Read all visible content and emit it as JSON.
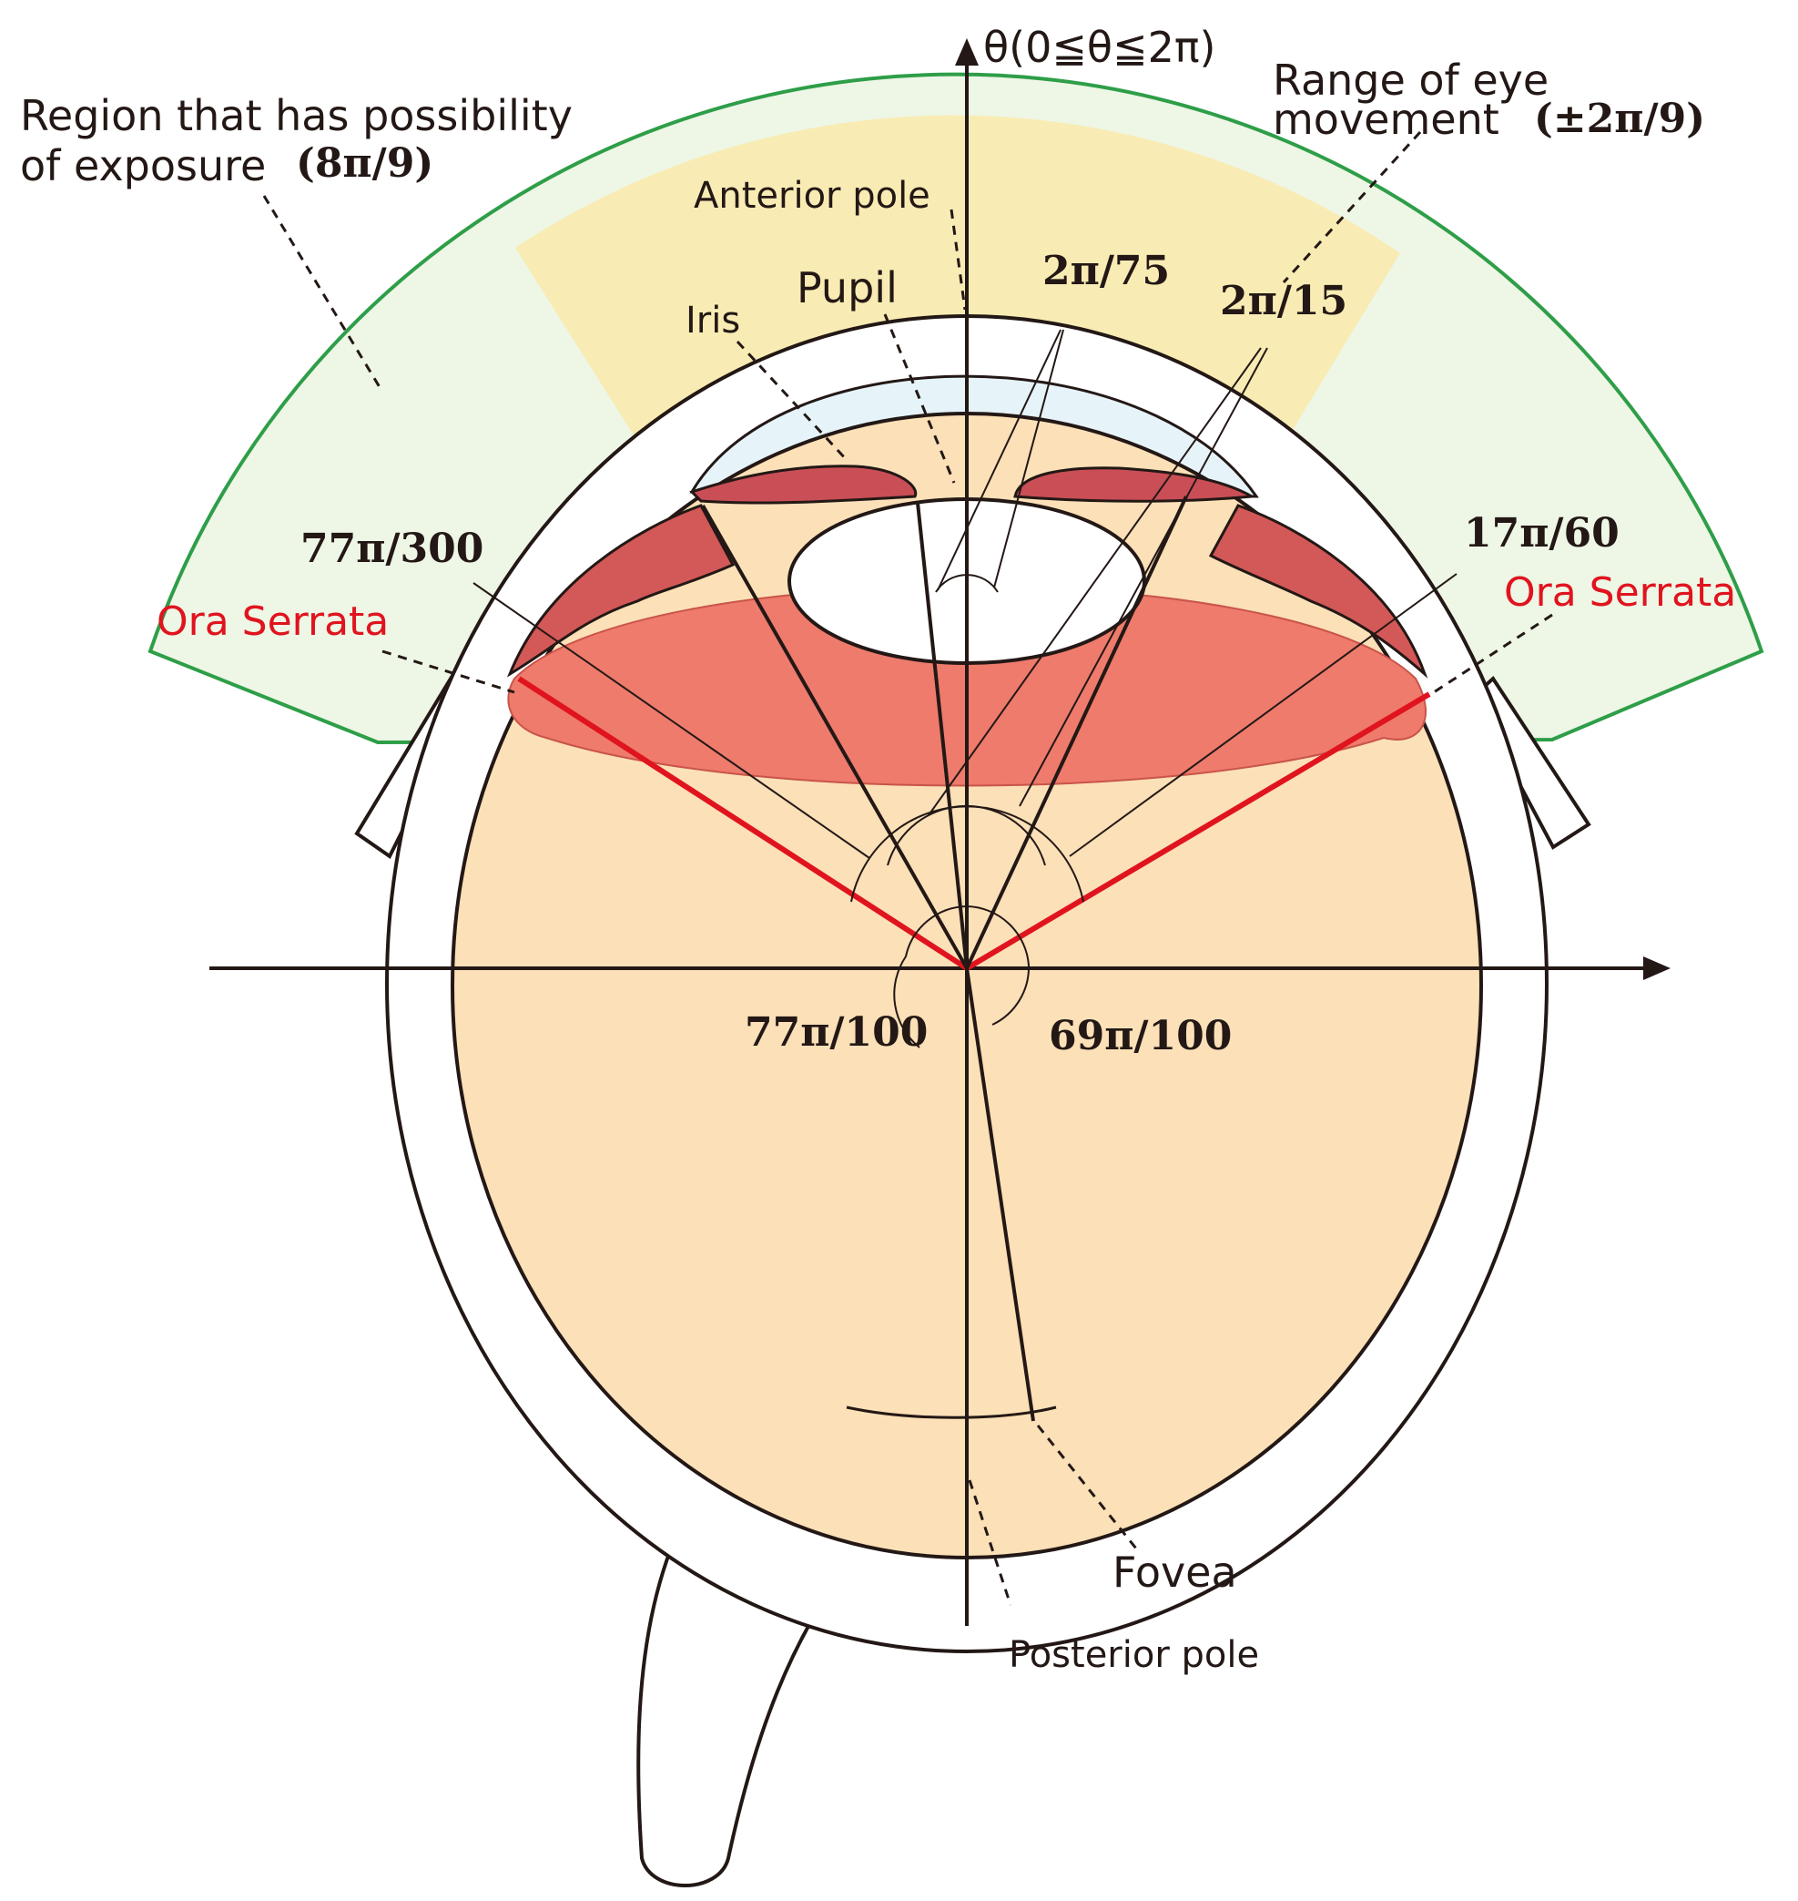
{
  "axis": {
    "theta_label": "θ(0≦θ≦2π)"
  },
  "labels": {
    "region_line1": "Region that has possibility",
    "region_line2": "of exposure",
    "region_value": "(8π/9)",
    "range_line1": "Range of eye",
    "range_line2": "movement",
    "range_value": "(±2π/9)",
    "anterior_pole": "Anterior pole",
    "pupil": "Pupil",
    "iris": "Iris",
    "ora_serrata_left": "Ora Serrata",
    "ora_serrata_right": "Ora Serrata",
    "fovea": "Fovea",
    "posterior_pole": "Posterior pole"
  },
  "angles": {
    "a_2pi_75": "2π/75",
    "a_2pi_15": "2π/15",
    "a_77pi_300": "77π/300",
    "a_17pi_60": "17π/60",
    "a_77pi_100": "77π/100",
    "a_69pi_100": "69π/100"
  },
  "colors": {
    "exposure_region": "#eef6e6",
    "exposure_border": "#2e9e48",
    "movement_range": "#f8ecb4",
    "cornea": "#e6f4fa",
    "lens_body": "#fbe0b8",
    "ciliary": "#d35858",
    "retina_band": "#ee7b6c",
    "ora_serrata": "#e0141e"
  }
}
